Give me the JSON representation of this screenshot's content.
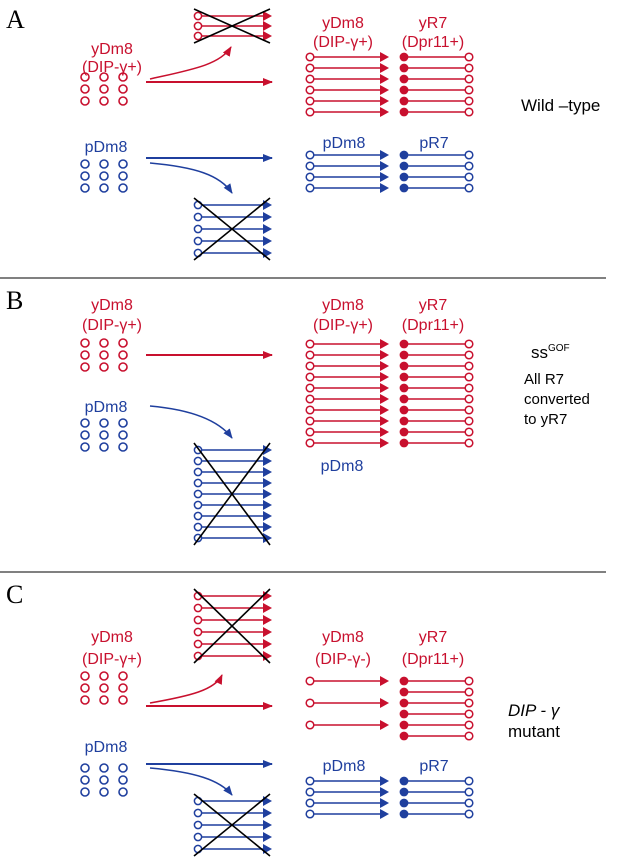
{
  "colors": {
    "red": "#c8102e",
    "blue": "#1f3f9e",
    "black": "#000000"
  },
  "panels": [
    {
      "letter": "A",
      "left_red": [
        "yDm8",
        "(DIP-γ+)"
      ],
      "left_blue": "pDm8",
      "red_cols": [
        "yDm8",
        "(DIP-γ+)"
      ],
      "red_r7": [
        "yR7",
        "(Dpr11+)"
      ],
      "blue_col": "pDm8",
      "blue_r7": "pR7",
      "caption": [
        "Wild –type"
      ]
    },
    {
      "letter": "B",
      "left_red": [
        "yDm8",
        "(DIP-γ+)"
      ],
      "left_blue": "pDm8",
      "red_cols": [
        "yDm8",
        "(DIP-γ+)"
      ],
      "red_r7": [
        "yR7",
        "(Dpr11+)"
      ],
      "blue_col": "pDm8",
      "caption_ss": "ss",
      "caption_sup": "GOF",
      "caption": [
        "All R7",
        "converted",
        "to yR7"
      ]
    },
    {
      "letter": "C",
      "left_red": [
        "yDm8",
        "(DIP-γ+)"
      ],
      "left_blue": "pDm8",
      "red_cols": [
        "yDm8",
        "(DIP-γ-)"
      ],
      "red_r7": [
        "yR7",
        "(Dpr11+)"
      ],
      "blue_col": "pDm8",
      "blue_r7": "pR7",
      "caption_gene": "DIP - γ",
      "caption": [
        "mutant"
      ]
    }
  ]
}
